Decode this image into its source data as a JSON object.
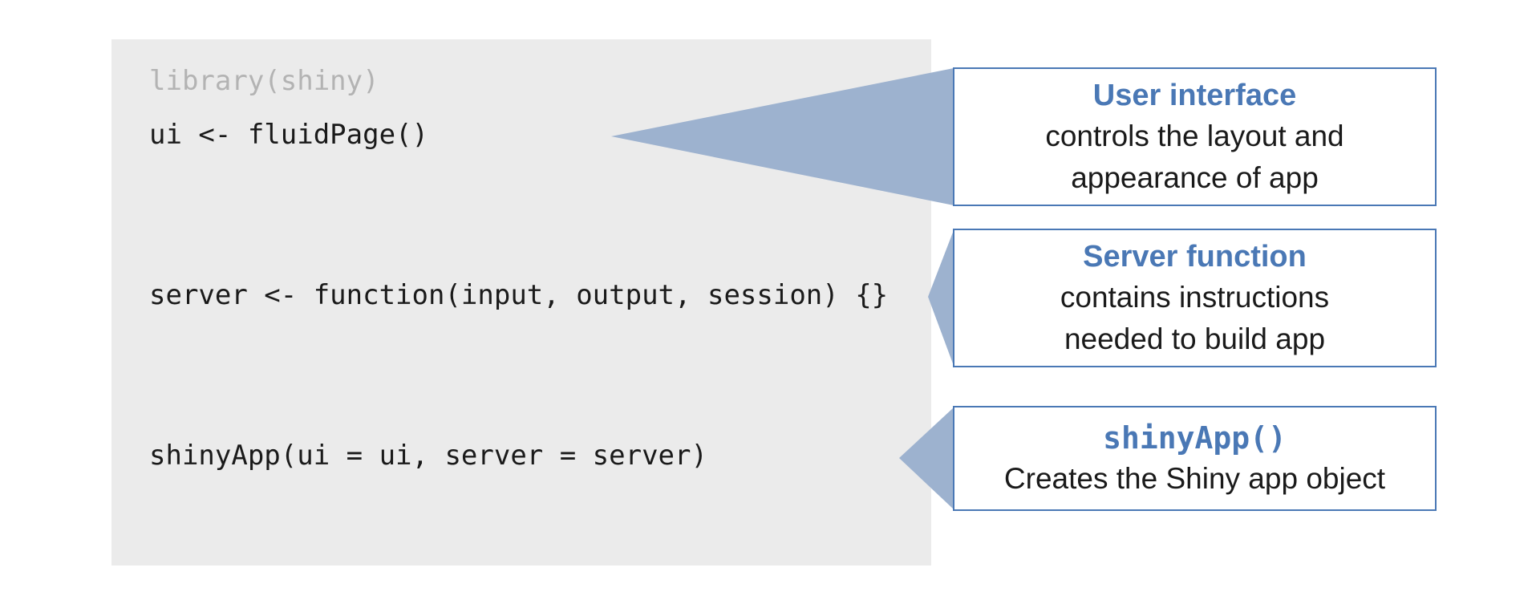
{
  "code": {
    "line_library": "library(shiny)",
    "line_ui": "ui <- fluidPage()",
    "line_server": "server <- function(input, output, session) {}",
    "line_app": "shinyApp(ui = ui, server = server)"
  },
  "callouts": {
    "ui": {
      "title": "User interface",
      "description": "controls the layout and\nappearance of app"
    },
    "server": {
      "title": "Server function",
      "description": "contains instructions\nneeded to build app"
    },
    "app": {
      "title": "shinyApp()",
      "description": "Creates the Shiny app object"
    }
  },
  "colors": {
    "code_background": "#ebebeb",
    "muted_code": "#b3b3b3",
    "code_text": "#1a1a1a",
    "accent": "#4a78b5",
    "connector_fill": "#9db2cf"
  }
}
